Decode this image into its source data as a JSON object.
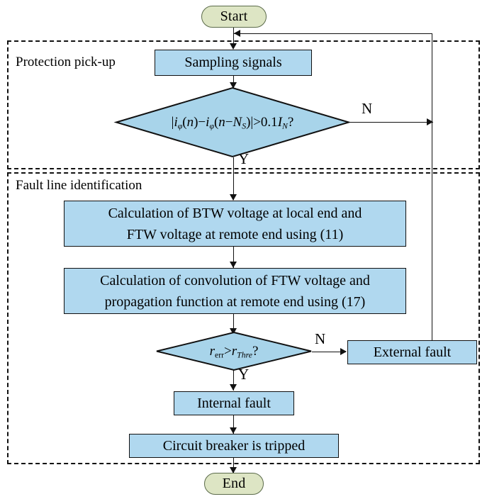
{
  "diagram": {
    "type": "flowchart",
    "title": "Travelling-wave based protection scheme flowchart",
    "colors": {
      "terminator_fill": "#dde5c4",
      "terminator_stroke": "#5b6b4a",
      "process_fill": "#b0d8ef",
      "decision_fill": "#a8d4ea",
      "stroke": "#111111",
      "background": "#ffffff"
    }
  },
  "regions": [
    {
      "id": "protection-pickup",
      "label": "Protection pick-up"
    },
    {
      "id": "fault-line-identification",
      "label": "Fault line identification"
    }
  ],
  "nodes": {
    "start": {
      "label": "Start",
      "shape": "terminator"
    },
    "sampling": {
      "label": "Sampling signals",
      "shape": "process"
    },
    "decision_current": {
      "shape": "decision",
      "label_plain": "|iφ(n)−iφ(n−NS)|>0.1IN?",
      "parts": {
        "bar_open": "|",
        "i1": "i",
        "i1_sub": "φ",
        "arg1": "(n)",
        "minus1": "−",
        "i2": "i",
        "i2_sub": "φ",
        "arg2_open": "(n",
        "minus2": "−",
        "N": "N",
        "N_sub": "S",
        "arg2_close": ")",
        "bar_close": "|",
        "gt": ">",
        "value": "0.1",
        "I": "I",
        "I_sub": "N",
        "q": "?"
      }
    },
    "calc_btw_ftw": {
      "shape": "process",
      "line1": "Calculation of BTW voltage at local end and",
      "line2": "FTW voltage at remote end using (11)"
    },
    "calc_convolution": {
      "shape": "process",
      "line1": "Calculation of convolution of FTW voltage and",
      "line2": "propagation function at remote end using (17)"
    },
    "decision_r": {
      "shape": "decision",
      "label_plain": "rerr>rThre?",
      "parts": {
        "r1": "r",
        "r1_sub": "err",
        "gt": ">",
        "r2": "r",
        "r2_sub": "Thre",
        "q": "?"
      }
    },
    "external_fault": {
      "label": "External fault",
      "shape": "process"
    },
    "internal_fault": {
      "label": "Internal fault",
      "shape": "process"
    },
    "breaker_tripped": {
      "label": "Circuit breaker is tripped",
      "shape": "process"
    },
    "end": {
      "label": "End",
      "shape": "terminator"
    }
  },
  "branch_labels": {
    "decision_current_no": "N",
    "decision_current_yes": "Y",
    "decision_r_no": "N",
    "decision_r_yes": "Y"
  },
  "edges": [
    {
      "from": "start",
      "to": "sampling",
      "label": ""
    },
    {
      "from": "sampling",
      "to": "decision_current",
      "label": ""
    },
    {
      "from": "decision_current",
      "to": "feedback",
      "label": "N"
    },
    {
      "from": "decision_current",
      "to": "calc_btw_ftw",
      "label": "Y"
    },
    {
      "from": "calc_btw_ftw",
      "to": "calc_convolution",
      "label": ""
    },
    {
      "from": "calc_convolution",
      "to": "decision_r",
      "label": ""
    },
    {
      "from": "decision_r",
      "to": "external_fault",
      "label": "N"
    },
    {
      "from": "decision_r",
      "to": "internal_fault",
      "label": "Y"
    },
    {
      "from": "internal_fault",
      "to": "breaker_tripped",
      "label": ""
    },
    {
      "from": "breaker_tripped",
      "to": "end",
      "label": ""
    },
    {
      "from": "external_fault",
      "to": "start_loop",
      "label": ""
    }
  ]
}
